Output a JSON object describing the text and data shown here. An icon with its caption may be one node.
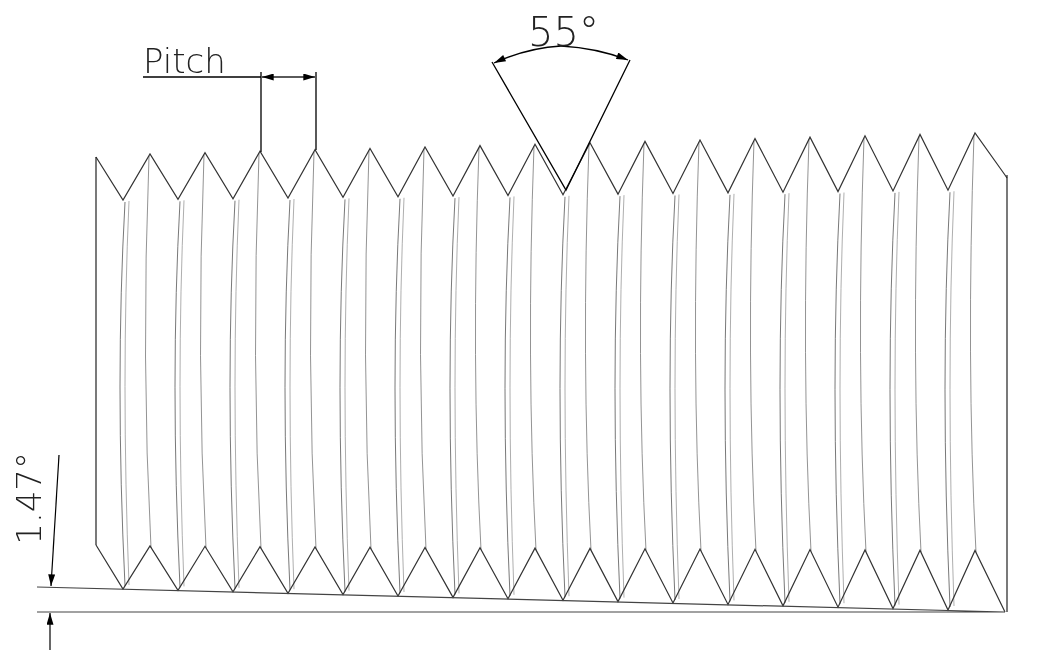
{
  "diagram": {
    "labels": [
      "Pitch",
      "55°",
      "1.47°"
    ]
  }
}
